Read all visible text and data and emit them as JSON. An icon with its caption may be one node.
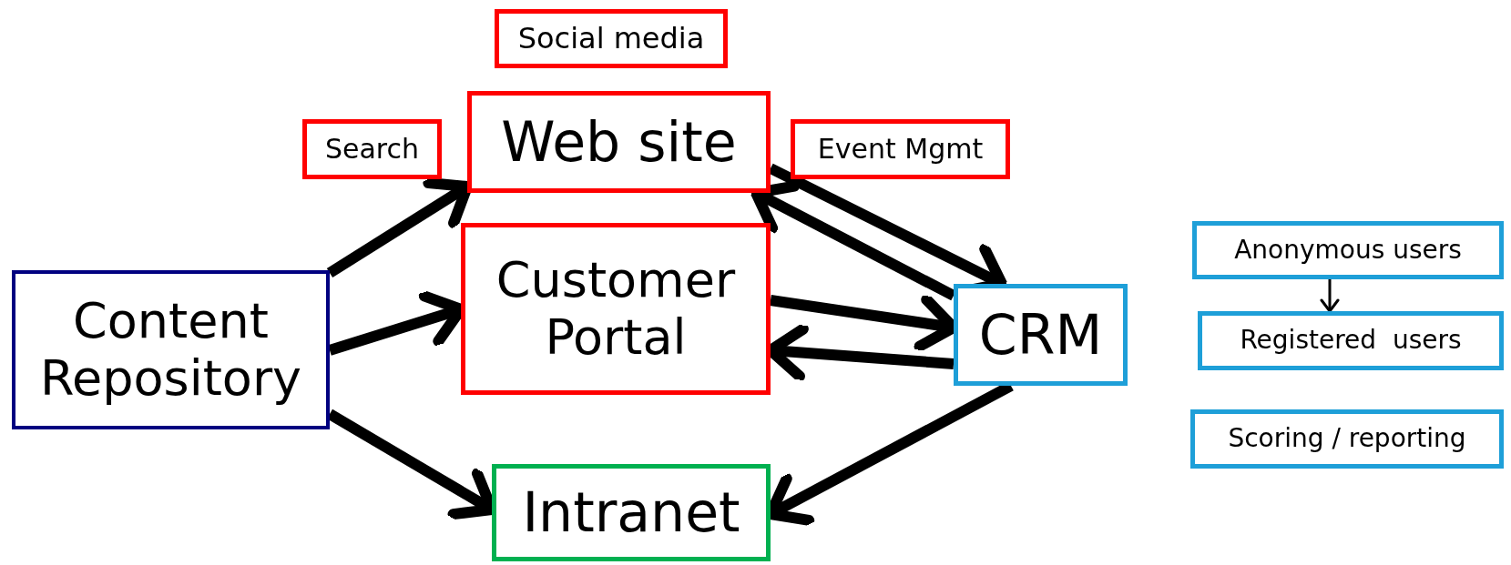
{
  "diagram": {
    "nodes": [
      {
        "text": [
          "Social media"
        ]
      },
      {
        "text": [
          "Search"
        ]
      },
      {
        "text": [
          "Web site"
        ]
      },
      {
        "text": [
          "Event Mgmt"
        ]
      },
      {
        "text": [
          "Content Repository"
        ]
      },
      {
        "text": [
          "Customer Portal"
        ]
      },
      {
        "text": [
          "CRM"
        ]
      },
      {
        "text": [
          "Anonymous users"
        ]
      },
      {
        "text": [
          "Registered  users"
        ]
      },
      {
        "text": [
          "Scoring / reporting"
        ]
      },
      {
        "text": [
          "Intranet"
        ]
      }
    ],
    "edges": [
      {
        "from": 4,
        "to": 2,
        "arrow": "to"
      },
      {
        "from": 4,
        "to": 5,
        "arrow": "to"
      },
      {
        "from": 4,
        "to": 10,
        "arrow": "to"
      },
      {
        "from": 2,
        "to": 6,
        "arrow": "to"
      },
      {
        "from": 6,
        "to": 2,
        "arrow": "to"
      },
      {
        "from": 5,
        "to": 6,
        "arrow": "to"
      },
      {
        "from": 6,
        "to": 5,
        "arrow": "to"
      },
      {
        "from": 6,
        "to": 10,
        "arrow": "to"
      },
      {
        "from": 7,
        "to": 8,
        "arrow": "to"
      }
    ]
  }
}
